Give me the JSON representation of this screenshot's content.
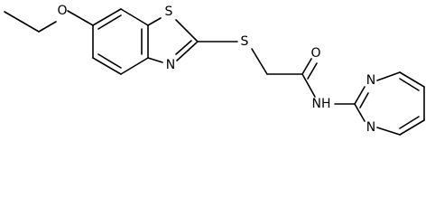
{
  "molecule": {
    "atoms": {
      "o_ether": "O",
      "s_ring": "S",
      "n_thiazole": "N",
      "s_thioether": "S",
      "o_carbonyl": "O",
      "nh_amide": "NH",
      "n_pyrimidine_top": "N",
      "n_pyrimidine_bottom": "N"
    }
  }
}
